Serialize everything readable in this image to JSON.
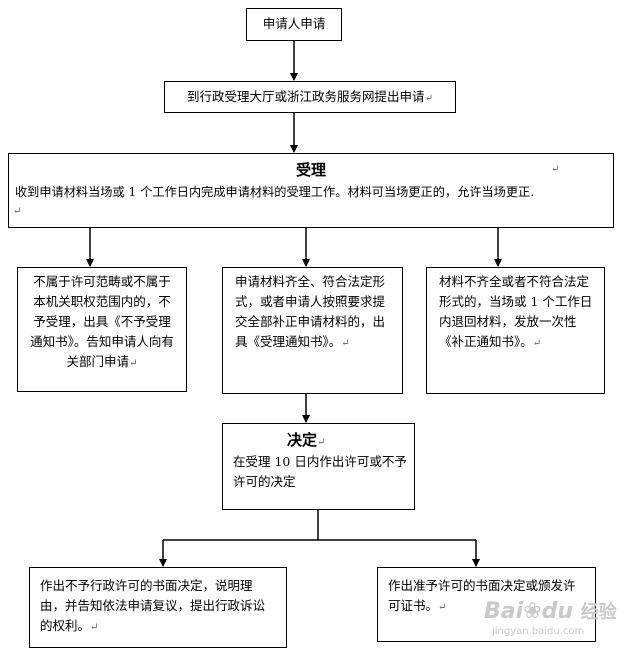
{
  "nodes": {
    "apply": "申请人申请",
    "submit": "到行政受理大厅或浙江政务服务网提出申请",
    "accept_title": "受理",
    "accept_body": "收到申请材料当场或 1 个工作日内完成申请材料的受理工作。材料可当场更正的，允许当场更正.",
    "branch_left": "不属于许可范畴或不属于本机关职权范围内的，不予受理，出具《不予受理通知书》。告知申请人向有关部门申请",
    "branch_mid": "申请材料齐全、符合法定形式，或者申请人按照要求提交全部补正申请材料的，出具《受理通知书》。",
    "branch_right": "材料不齐全或者不符合法定形式的，当场或 1 个工作日内退回材料，发放一次性《补正通知书》。",
    "decision_title": "决定",
    "decision_body": "在受理 10 日内作出许可或不予许可的决定",
    "result_left": "作出不予行政许可的书面决定，说明理由，并告知依法申请复议，提出行政诉讼的权利。",
    "result_right": "作出准予许可的书面决定或颁发许可证书。"
  },
  "paragraph_mark": "↵",
  "watermark": {
    "brand": "Bai",
    "brand_icon": "paw-icon",
    "brand_suffix": "du",
    "product": "经验",
    "url": "jingyan.baidu.com"
  }
}
